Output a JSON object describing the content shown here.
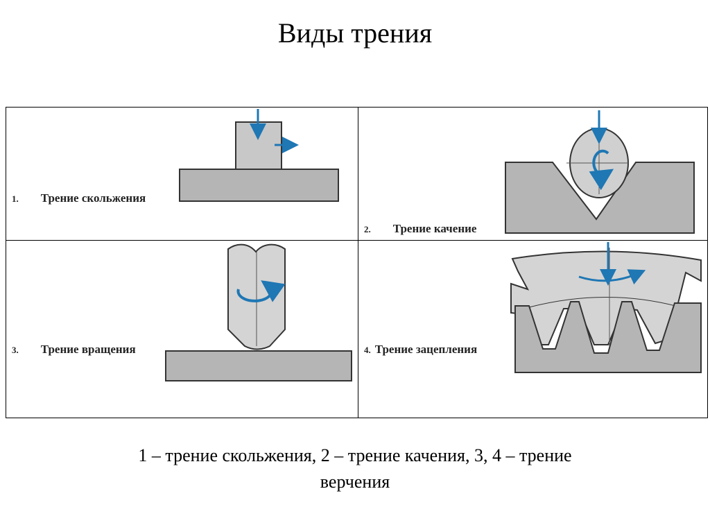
{
  "title": "Виды трения",
  "panels": [
    {
      "number": "1.",
      "label": "Трение скольжения"
    },
    {
      "number": "2.",
      "label": "Трение качение"
    },
    {
      "number": "3.",
      "label": "Трение вращения"
    },
    {
      "number": "4.",
      "label": "Трение зацепления"
    }
  ],
  "caption": {
    "line1": "1 – трение скольжения, 2 – трение качения, 3, 4 – трение",
    "line2": "верчения"
  },
  "colors": {
    "arrow": "#1f77b4",
    "block_fill": "#c8c8c8",
    "surface_fill": "#b5b5b5",
    "gear_fill": "#d4d4d4"
  }
}
